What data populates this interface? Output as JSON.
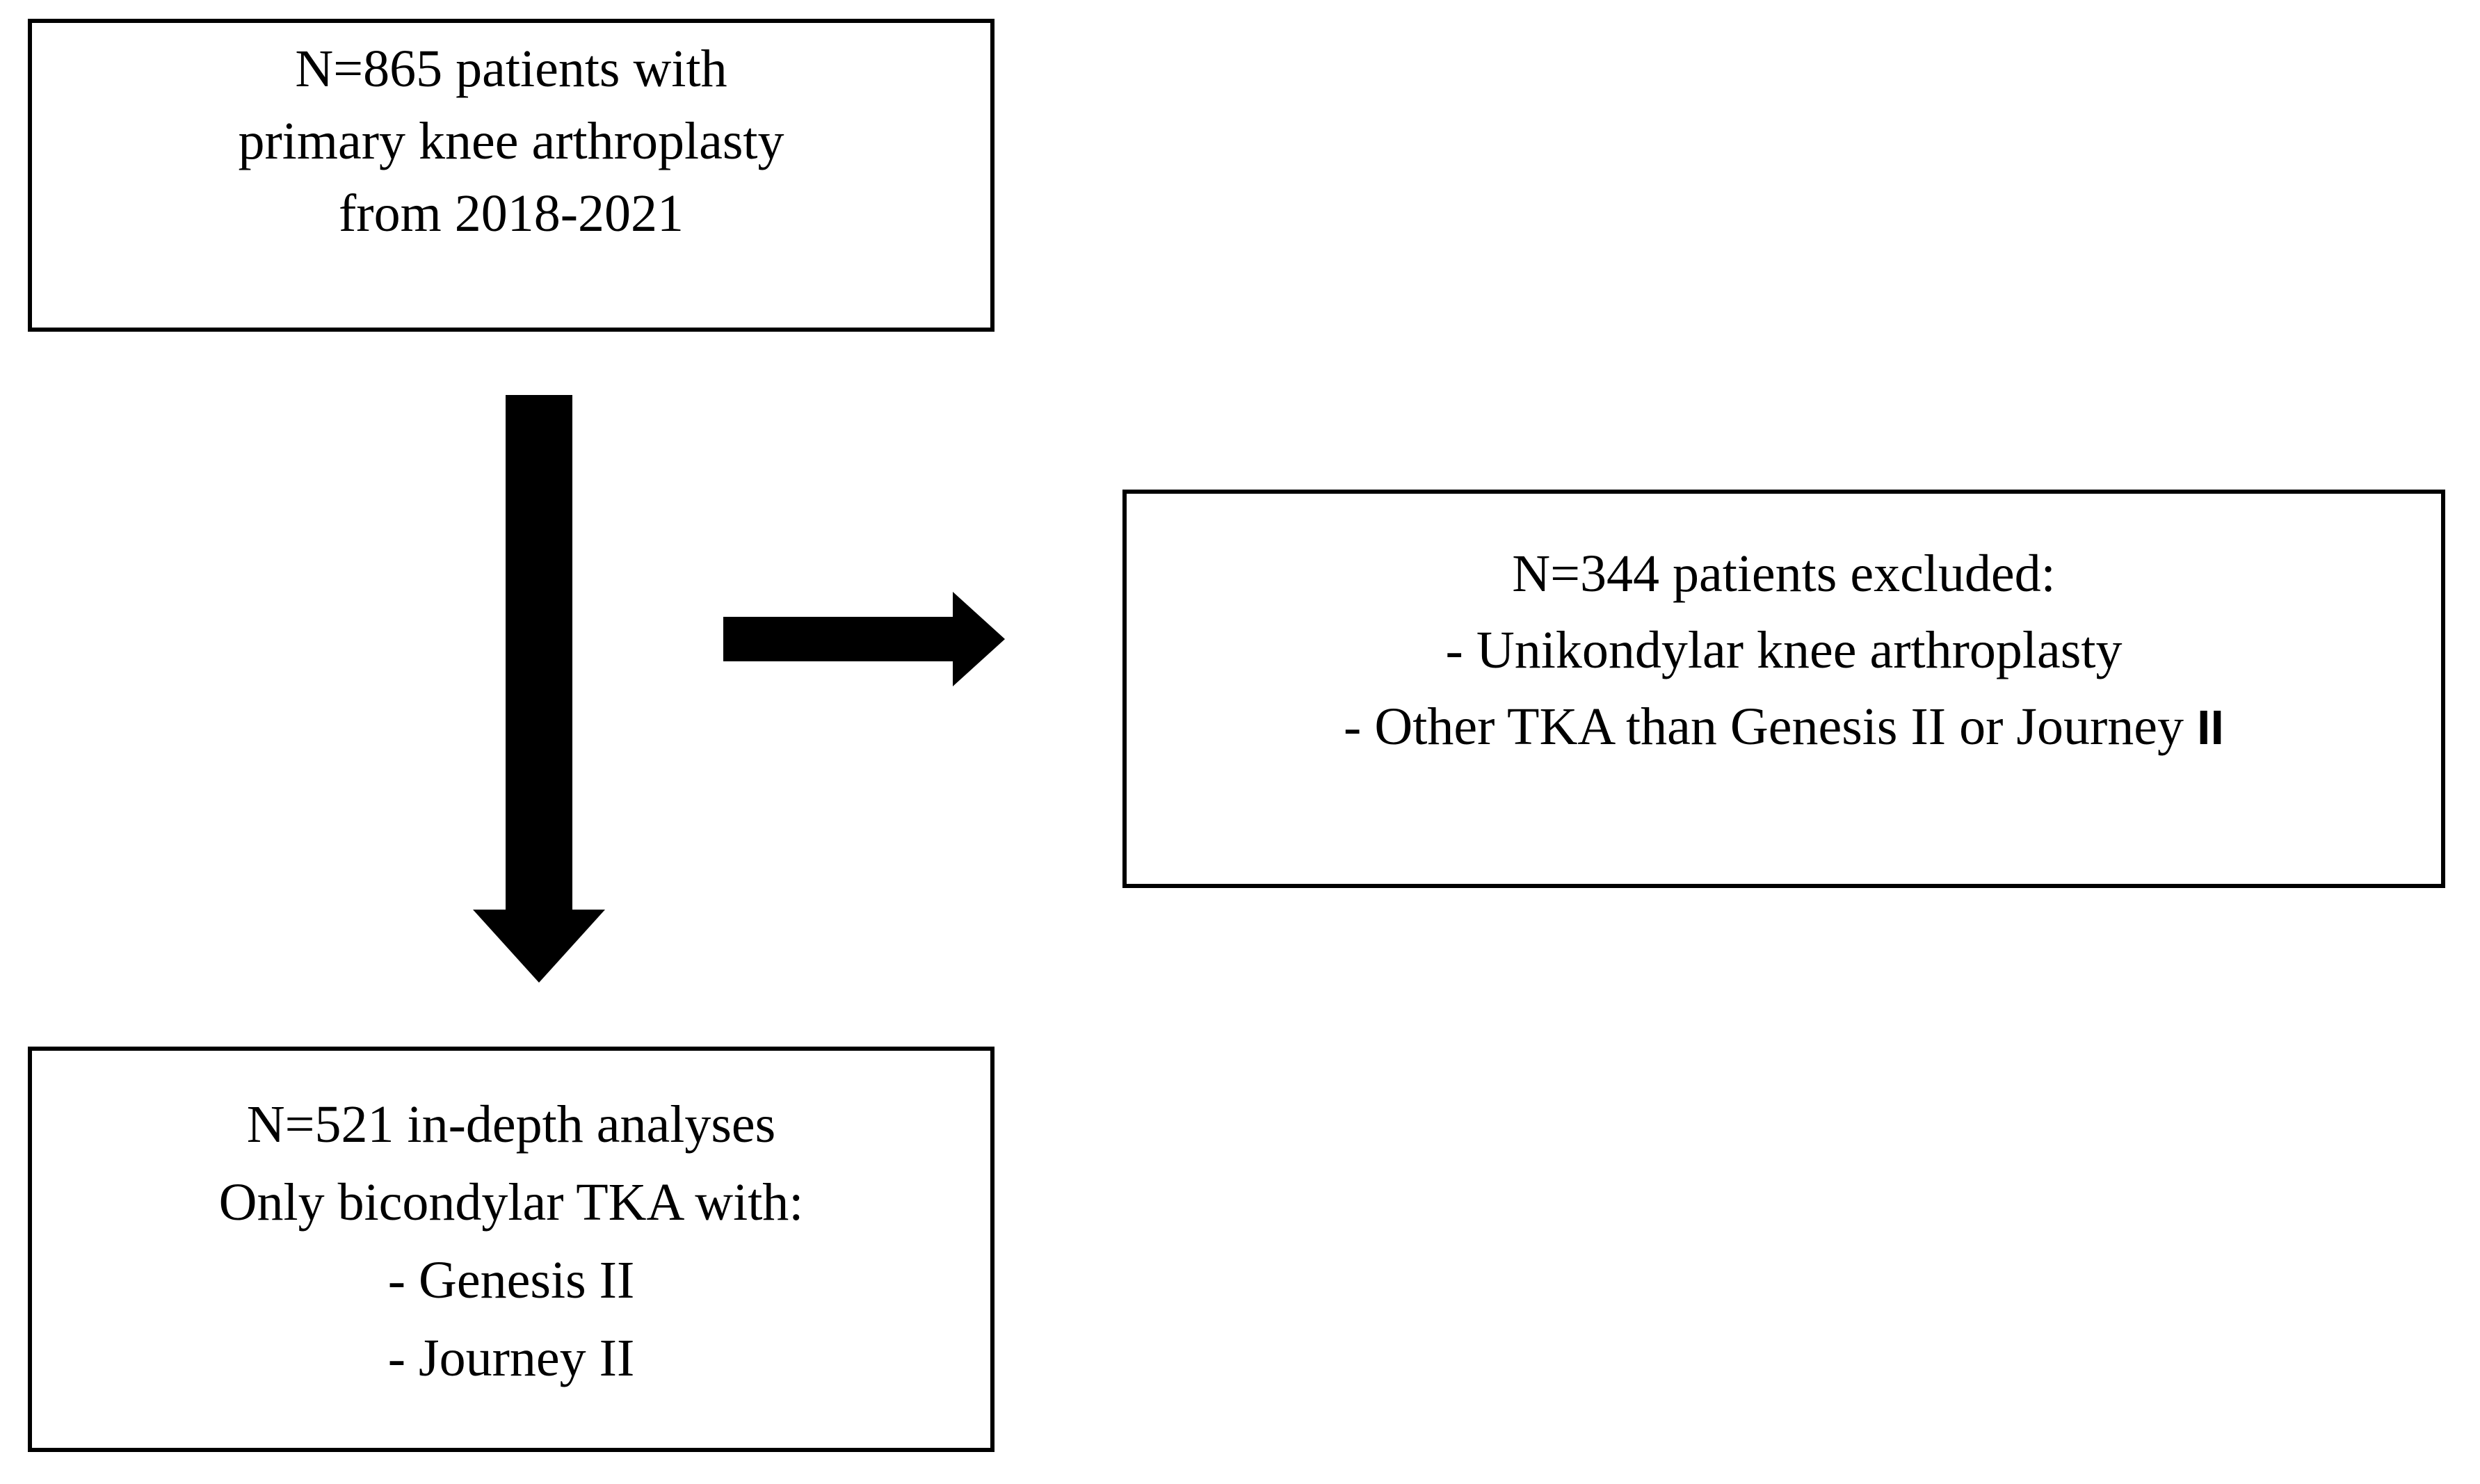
{
  "figure": {
    "type": "patient-selection-flowchart",
    "background_color": "#ffffff",
    "stroke_color": "#000000"
  },
  "boxes": {
    "cohort": {
      "name": "source-cohort",
      "lines": [
        "N=865 patients with",
        "primary knee arthroplasty",
        "from 2018-2021"
      ]
    },
    "excluded": {
      "name": "excluded-patients",
      "lines": [
        "N=344 patients excluded:",
        "- Unikondylar knee arthroplasty",
        "- Other TKA than Genesis II or Journey "
      ],
      "trailing_numeral": "II"
    },
    "included": {
      "name": "included-analyses",
      "lines": [
        "N=521 in-depth analyses",
        "Only bicondylar TKA with:",
        "- Genesis II",
        "- Journey II"
      ]
    }
  },
  "arrows": {
    "down": {
      "name": "arrow-down",
      "direction": "down",
      "from": "cohort",
      "to": "included"
    },
    "right": {
      "name": "arrow-right",
      "direction": "right",
      "from": "cohort",
      "to": "excluded"
    }
  }
}
